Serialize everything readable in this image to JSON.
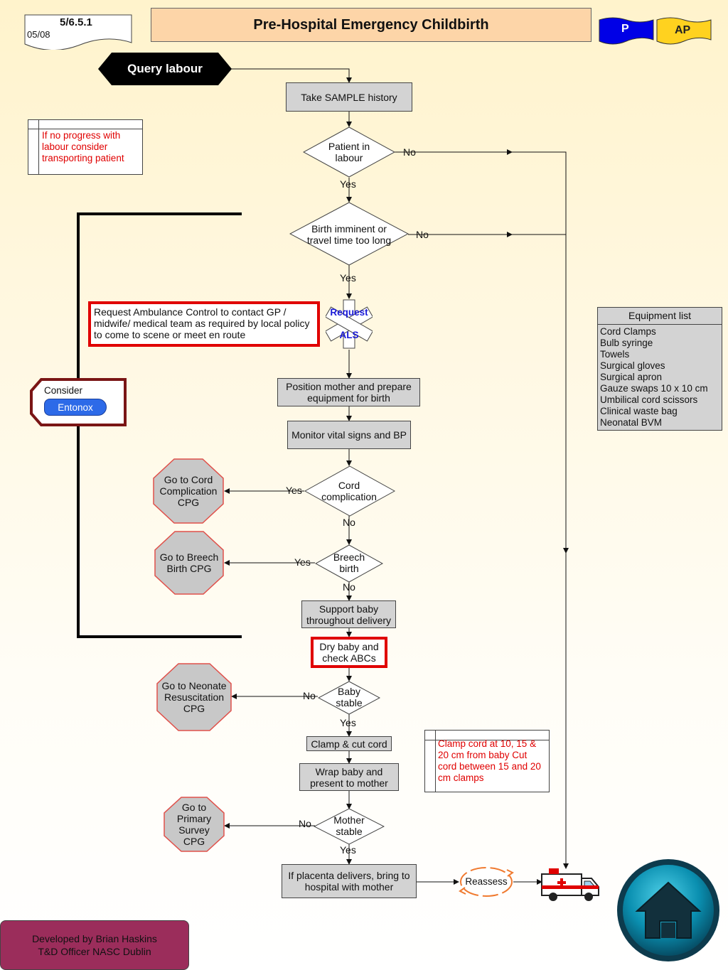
{
  "header": {
    "doc_code": "5/6.5.1",
    "doc_date": "05/08",
    "title": "Pre-Hospital Emergency Childbirth",
    "badge_p": "P",
    "badge_ap": "AP"
  },
  "start": "Query labour",
  "steps": {
    "sample": "Take SAMPLE history",
    "in_labour": "Patient in labour",
    "imminent": "Birth imminent or travel time too long",
    "request_ambulance": "Request Ambulance Control to contact GP / midwife/ medical team as required by local policy to come to scene or meet en route",
    "request_als_top": "Request",
    "request_als_bottom": "ALS",
    "position": "Position mother and prepare equipment for birth",
    "monitor": "Monitor vital signs and BP",
    "cord_comp": "Cord complication",
    "breech": "Breech birth",
    "support": "Support baby throughout delivery",
    "dry": "Dry baby and check ABCs",
    "baby_stable": "Baby stable",
    "clamp": "Clamp & cut cord",
    "wrap": "Wrap baby and present to mother",
    "mother_stable": "Mother stable",
    "placenta": "If placenta delivers, bring to hospital with mother",
    "reassess": "Reassess"
  },
  "exits": {
    "cord": "Go to Cord Complication CPG",
    "breech": "Go to Breech Birth CPG",
    "neonate": "Go to Neonate Resuscitation CPG",
    "primary": "Go to Primary Survey CPG"
  },
  "labels": {
    "yes": "Yes",
    "no": "No"
  },
  "notes": {
    "no_progress": "If no progress with labour consider transporting patient",
    "clamp_note": "Clamp cord at 10, 15 & 20 cm from baby Cut cord between 15 and 20 cm clamps"
  },
  "consider": {
    "label": "Consider",
    "drug": "Entonox"
  },
  "equipment": {
    "title": "Equipment list",
    "items": [
      "Cord Clamps",
      "Bulb syringe",
      "Towels",
      "Surgical gloves",
      "Surgical apron",
      "Gauze swaps 10 x 10 cm",
      "Umbilical cord scissors",
      "Clinical waste bag",
      "Neonatal BVM"
    ]
  },
  "footer": "Developed by Brian Haskins T&D Officer NASC Dublin",
  "colors": {
    "box": "#d3d3d3",
    "red": "#e00000",
    "header_bg": "#fdd5a8",
    "p_badge": "#0000e6",
    "ap_badge": "#ffd21f",
    "footer_bg": "#9b2d5b",
    "exit_bg": "#c8c8c8",
    "exit_border": "#e0504a"
  }
}
